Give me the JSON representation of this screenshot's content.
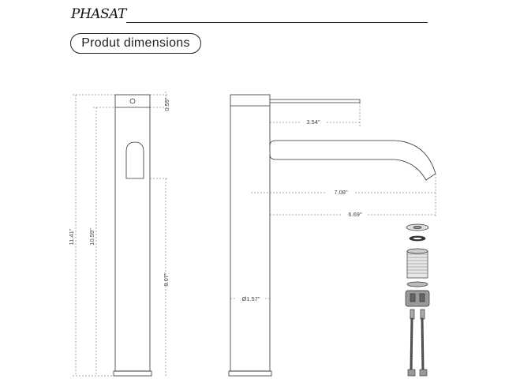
{
  "brand": {
    "logo_text": "PHASAT"
  },
  "header": {
    "title": "Produt dimensions"
  },
  "dimensions": {
    "top_gap": "0.59\"",
    "total_height": "11.41\"",
    "body_height": "10.59\"",
    "lower_height": "8.07\"",
    "handle_reach": "3.54\"",
    "spout_length": "7.08\"",
    "spout_reach": "6.69\"",
    "base_diameter": "Ø1.57\""
  }
}
